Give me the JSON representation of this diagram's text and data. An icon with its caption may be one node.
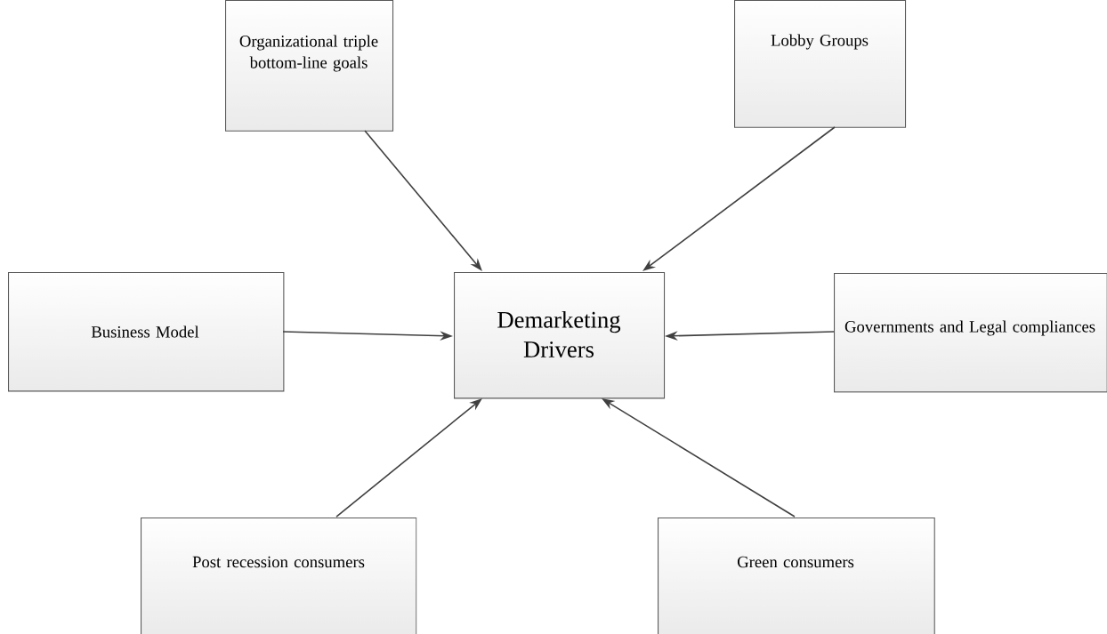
{
  "diagram": {
    "nodes": [
      {
        "text": [
          "Organizational triple bottom-line goals"
        ]
      },
      {
        "text": [
          "Lobby Groups"
        ]
      },
      {
        "text": [
          "Business Model"
        ]
      },
      {
        "text": [
          "Demarketing Drivers"
        ]
      },
      {
        "text": [
          "Governments and Legal compliances"
        ]
      },
      {
        "text": [
          "Post recession consumers"
        ]
      },
      {
        "text": [
          "Green consumers"
        ]
      }
    ],
    "edges": [
      {
        "from": 0,
        "to": 3,
        "arrow": "to"
      },
      {
        "from": 1,
        "to": 3,
        "arrow": "to"
      },
      {
        "from": 2,
        "to": 3,
        "arrow": "to"
      },
      {
        "from": 4,
        "to": 3,
        "arrow": "to"
      },
      {
        "from": 5,
        "to": 3,
        "arrow": "to"
      },
      {
        "from": 6,
        "to": 3,
        "arrow": "to"
      }
    ]
  }
}
